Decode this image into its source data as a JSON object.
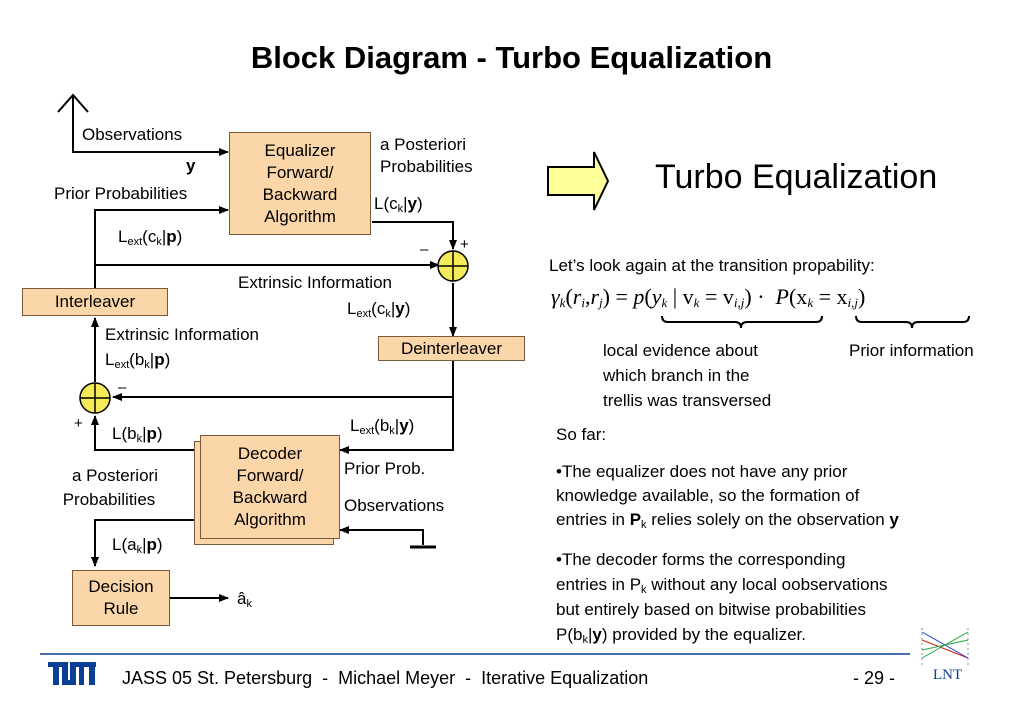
{
  "title": "Block Diagram - Turbo Equalization",
  "diagram": {
    "observations_top": "Observations",
    "y_label": "y",
    "prior_probabilities": "Prior Probabilities",
    "equalizer_box": [
      "Equalizer",
      "Forward/",
      "Backward",
      "Algorithm"
    ],
    "a_posteriori_top": [
      "a Posteriori",
      "Probabilities"
    ],
    "l_c_y": {
      "pre": "L(c",
      "sub": "k",
      "mid": "|",
      "bold": "y",
      "post": ")"
    },
    "lext_c_p": {
      "pre": "L",
      "sub1": "ext",
      "mid1": "(c",
      "sub2": "k",
      "mid2": "|",
      "bold": "p",
      "post": ")"
    },
    "plus": "+",
    "minus": "–",
    "interleaver": "Interleaver",
    "extrinsic_info_right": "Extrinsic Information",
    "lext_c_y": {
      "pre": "L",
      "sub1": "ext",
      "mid1": "(c",
      "sub2": "k",
      "mid2": "|",
      "bold": "y",
      "post": ")"
    },
    "deinterleaver": "Deinterleaver",
    "extrinsic_info_left": "Extrinsic Information",
    "lext_b_p": {
      "pre": "L",
      "sub1": "ext",
      "mid1": "(b",
      "sub2": "k",
      "mid2": "|",
      "bold": "p",
      "post": ")"
    },
    "lext_b_y": {
      "pre": "L",
      "sub1": "ext",
      "mid1": "(b",
      "sub2": "k",
      "mid2": "|",
      "bold": "y",
      "post": ")"
    },
    "l_b_p": {
      "pre": "L(b",
      "sub": "k",
      "mid": "|",
      "bold": "p",
      "post": ")"
    },
    "decoder_box": [
      "Decoder",
      "Forward/",
      "Backward",
      "Algorithm"
    ],
    "prior_prob": "Prior Prob.",
    "observations_bottom": "Observations",
    "a_posteriori_bottom": [
      "a Posteriori",
      "Probabilities"
    ],
    "l_a_p": {
      "pre": "L(a",
      "sub": "k",
      "mid": "|",
      "bold": "p",
      "post": ")"
    },
    "decision_rule": [
      "Decision",
      "Rule"
    ],
    "a_hat": {
      "main": "â",
      "sub": "k"
    }
  },
  "right": {
    "turbo_equalization": "Turbo Equalization",
    "intro": "Let’s look again at the transition propability:",
    "local_evidence": [
      "local evidence about",
      "which branch in the",
      "trellis was transversed"
    ],
    "prior_information": "Prior information",
    "so_far": "So far:",
    "bullet1": {
      "a": "•The equalizer does not have any prior",
      "b": "knowledge available, so the formation of",
      "c1": "entries in ",
      "c_bold": "P",
      "c_sub": "k",
      "c2": " relies solely on the observation ",
      "c_bold2": "y"
    },
    "bullet2": {
      "a": "•The decoder forms the corresponding",
      "b1": "entries in P",
      "b_sub": "k",
      "b2": " without any local oobservations",
      "c": "but entirely based on bitwise probabilities",
      "d1": "P(b",
      "d_sub": "k",
      "d2": "|",
      "d_bold": "y",
      "d3": ") provided by the equalizer."
    }
  },
  "footer": {
    "text": "JASS 05 St. Petersburg  -  Michael Meyer  -  Iterative Equalization",
    "page": "- 29 -",
    "lnt": "LNT"
  },
  "colors": {
    "box_fill": "#fad6a8",
    "adder_fill": "#f5ea5a",
    "arrow_fill": "#ffff99",
    "tum_blue": "#0a3f95",
    "footer_line": "#0a3f95"
  }
}
